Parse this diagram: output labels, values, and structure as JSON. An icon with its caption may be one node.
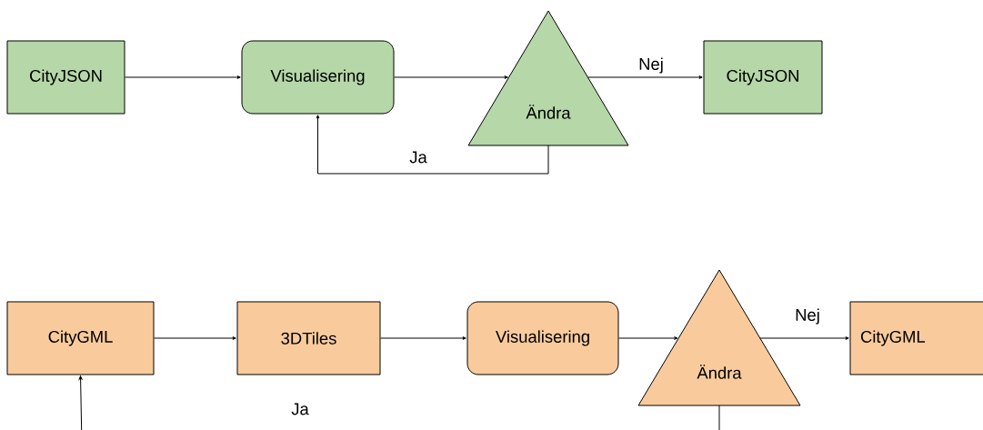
{
  "diagram": {
    "nodes": [
      {
        "text": [
          "CityJSON"
        ]
      },
      {
        "text": [
          "Visualisering"
        ]
      },
      {
        "text": [
          "Ändra"
        ]
      },
      {
        "text": [
          "CityJSON"
        ]
      },
      {
        "text": [
          "CityGML"
        ]
      },
      {
        "text": [
          "3DTiles"
        ]
      },
      {
        "text": [
          "Visualisering"
        ]
      },
      {
        "text": [
          "Ändra"
        ]
      },
      {
        "text": [
          "CityGML"
        ]
      }
    ],
    "edges": [
      {
        "from": 0,
        "to": 1,
        "arrow": "to"
      },
      {
        "from": 1,
        "to": 2,
        "arrow": "to"
      },
      {
        "from": 2,
        "to": 3,
        "arrow": "to",
        "label": "Nej"
      },
      {
        "from": 2,
        "to": 1,
        "arrow": "to",
        "label": "Ja"
      },
      {
        "from": 4,
        "to": 5,
        "arrow": "to"
      },
      {
        "from": 5,
        "to": 6,
        "arrow": "to"
      },
      {
        "from": 6,
        "to": 7,
        "arrow": "to"
      },
      {
        "from": 7,
        "to": 8,
        "arrow": "to",
        "label": "Nej"
      },
      {
        "from": 7,
        "to": 4,
        "arrow": "to",
        "label": "Ja"
      }
    ]
  }
}
